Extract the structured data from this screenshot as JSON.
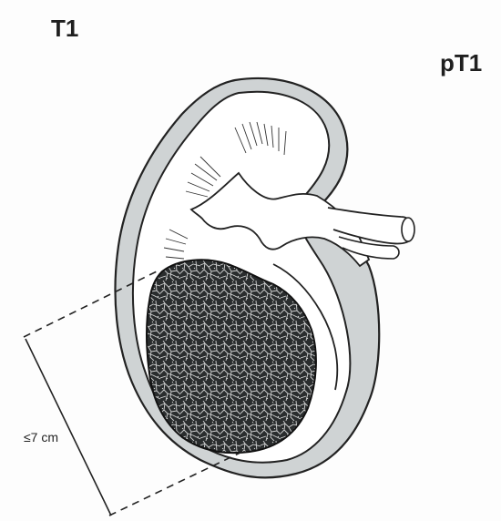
{
  "labels": {
    "clinical_stage": "T1",
    "pathological_stage": "pT1",
    "size_threshold": "≤7 cm"
  },
  "colors": {
    "capsule_fill": "#cfd3d4",
    "outline": "#222222",
    "tumor_fill": "#2a2d2e",
    "tumor_texture": "#f2f2f2",
    "background": "#fdfdfd"
  }
}
